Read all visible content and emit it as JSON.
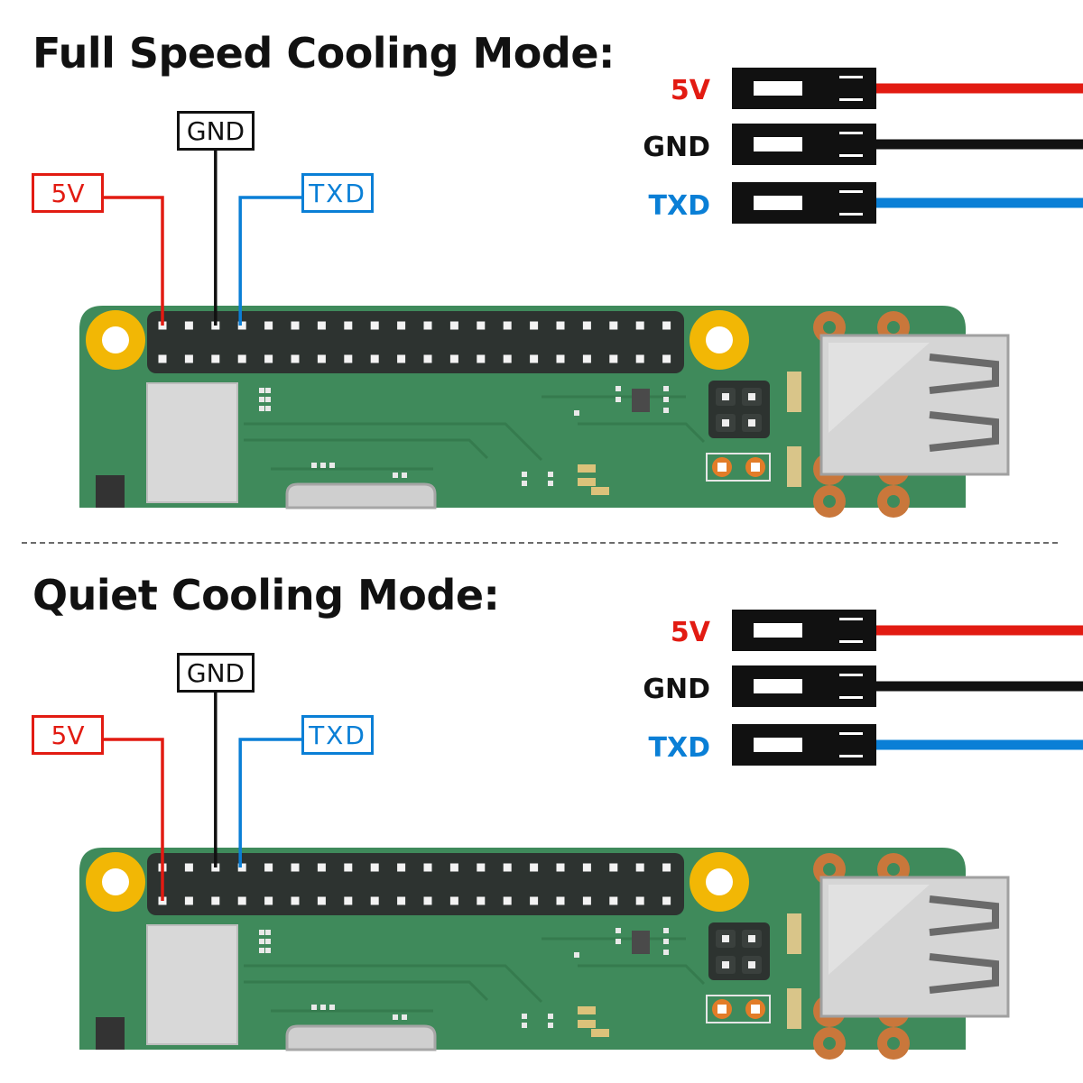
{
  "colors": {
    "red": "#e21b12",
    "black": "#111111",
    "blue": "#0a7fd6",
    "board_green": "#3f8a5b",
    "header_dark": "#2d3330",
    "mount_hole": "#f2b705"
  },
  "sections": [
    {
      "title": "Full Speed Cooling Mode:",
      "pin_labels": {
        "gnd": "GND",
        "v5": "5V",
        "txd": "TXD"
      },
      "connector_labels": {
        "v5": "5V",
        "gnd": "GND",
        "txd": "TXD"
      },
      "wiring": {
        "v5_pin_row": "top",
        "gnd_pin_row": "top",
        "txd_pin_row": "top"
      }
    },
    {
      "title": "Quiet Cooling Mode:",
      "pin_labels": {
        "gnd": "GND",
        "v5": "5V",
        "txd": "TXD"
      },
      "connector_labels": {
        "v5": "5V",
        "gnd": "GND",
        "txd": "TXD"
      },
      "wiring": {
        "v5_pin_row": "bottom",
        "gnd_pin_row": "top",
        "txd_pin_row": "top"
      }
    }
  ]
}
